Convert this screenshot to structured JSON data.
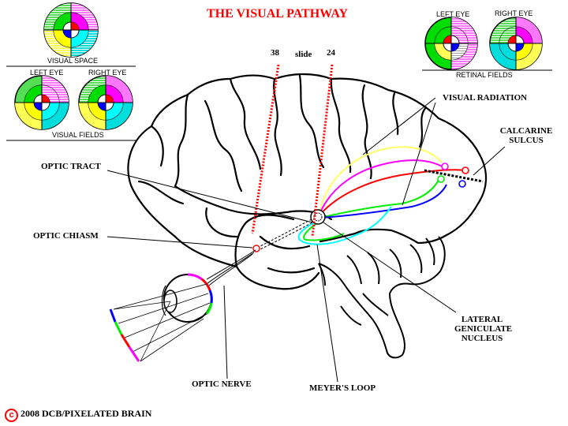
{
  "title": "THE VISUAL PATHWAY",
  "slide_markers": {
    "left": "38",
    "middle": "slide",
    "right": "24"
  },
  "labels": {
    "visual_space": "VISUAL SPACE",
    "left_eye_fields": "LEFT EYE",
    "right_eye_fields": "RIGHT EYE",
    "visual_fields": "VISUAL FIELDS",
    "left_eye_retinal": "LEFT EYE",
    "right_eye_retinal": "RIGHT EYE",
    "retinal_fields": "RETINAL FIELDS",
    "visual_radiation": "VISUAL RADIATION",
    "calcarine_line1": "CALCARINE",
    "calcarine_line2": "SULCUS",
    "optic_tract": "OPTIC TRACT",
    "optic_chiasm": "OPTIC CHIASM",
    "lgn_line1": "LATERAL",
    "lgn_line2": "GENICULATE",
    "lgn_line3": "NUCLEUS",
    "optic_nerve": "OPTIC NERVE",
    "meyers_loop": "MEYER'S LOOP"
  },
  "copyright": {
    "symbol": "c",
    "text": "2008  DCB/PIXELATED BRAIN"
  },
  "colors": {
    "title": "#ff0000",
    "slide_line": "#ff0000",
    "yellow": "#ffff66",
    "magenta": "#ff00ff",
    "red": "#ff0000",
    "green": "#00ee00",
    "blue": "#0000ff",
    "cyan": "#00ffff",
    "quad_green": "#55dd55",
    "quad_pink": "#ff77ff",
    "quad_cyan": "#00dddd",
    "quad_yellow": "#ffff55"
  }
}
